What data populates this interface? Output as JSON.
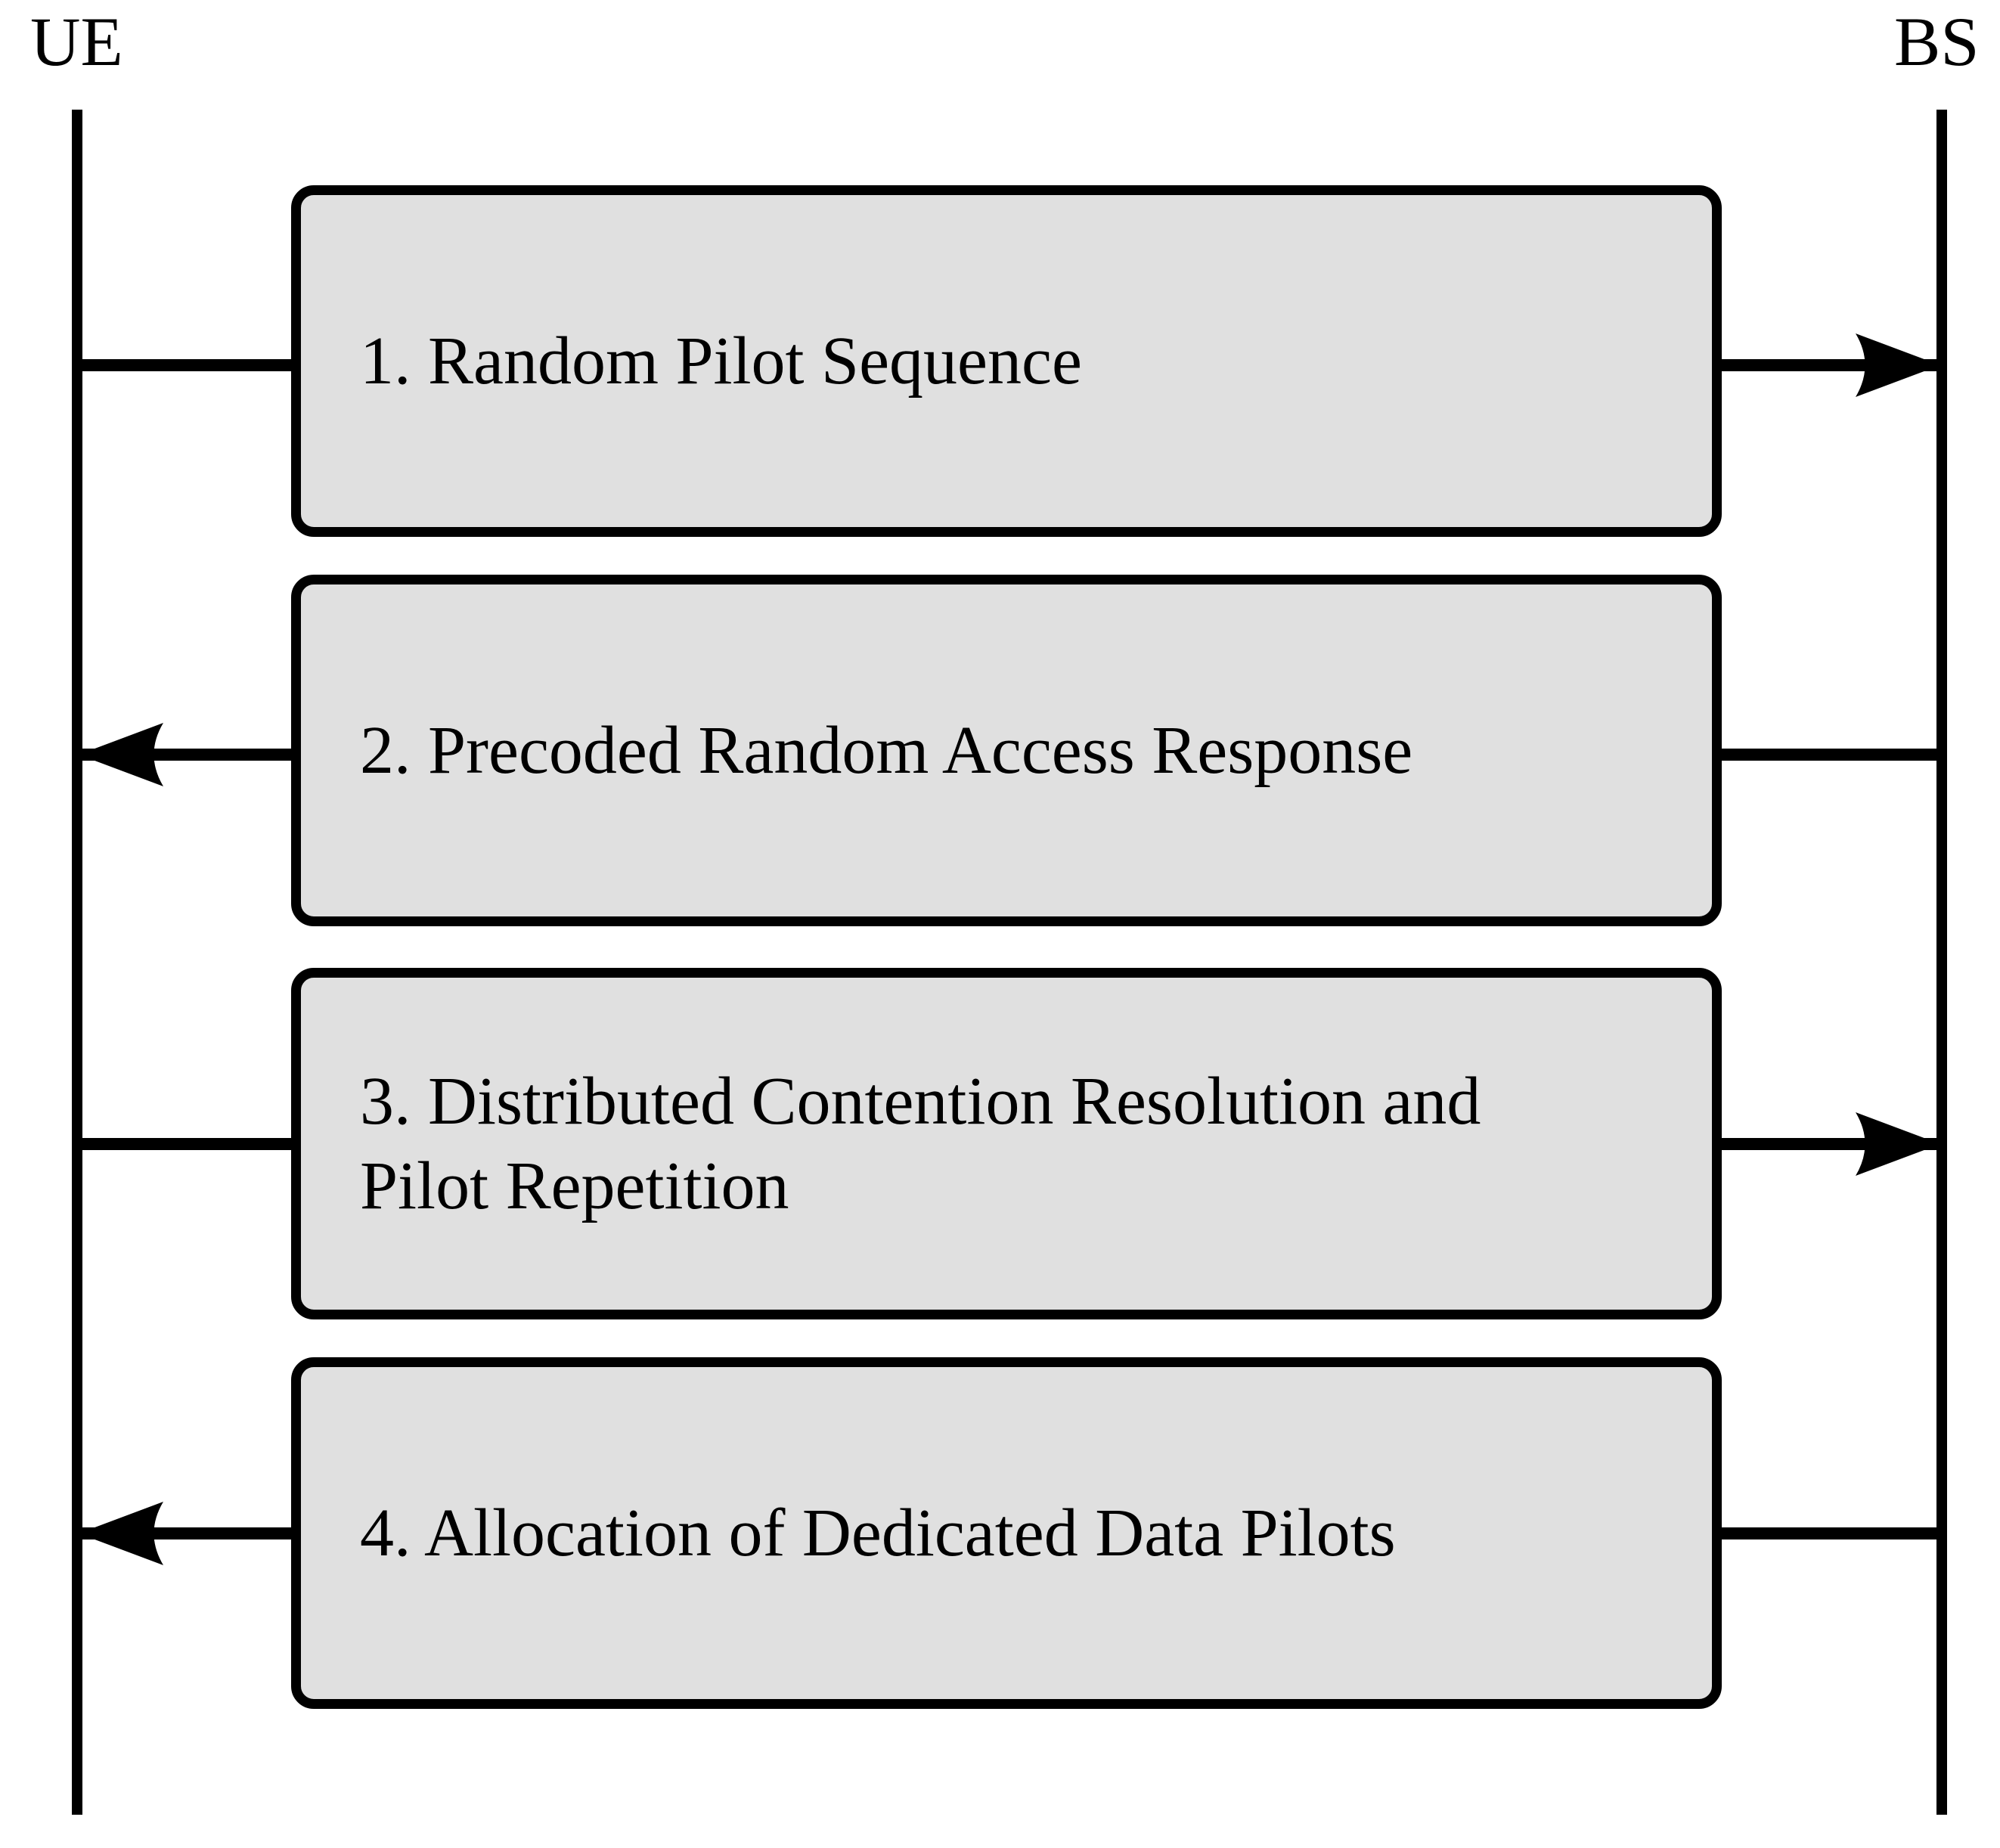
{
  "diagram": {
    "type": "sequence-diagram",
    "actors": [
      {
        "id": "ue",
        "label": "UE"
      },
      {
        "id": "bs",
        "label": "BS"
      }
    ],
    "messages": [
      {
        "step": 1,
        "label": "1. Random Pilot Sequence",
        "from": "UE",
        "to": "BS",
        "direction": "right"
      },
      {
        "step": 2,
        "label": "2. Precoded Random Access Response",
        "from": "BS",
        "to": "UE",
        "direction": "left"
      },
      {
        "step": 3,
        "label": "3. Distributed Contention Resolution and Pilot Repetition",
        "from": "UE",
        "to": "BS",
        "direction": "right"
      },
      {
        "step": 4,
        "label": "4. Allocation of Dedicated Data Pilots",
        "from": "BS",
        "to": "UE",
        "direction": "left"
      }
    ],
    "colors": {
      "background": "#ffffff",
      "box_fill": "#e0e0e0",
      "stroke": "#000000"
    }
  }
}
